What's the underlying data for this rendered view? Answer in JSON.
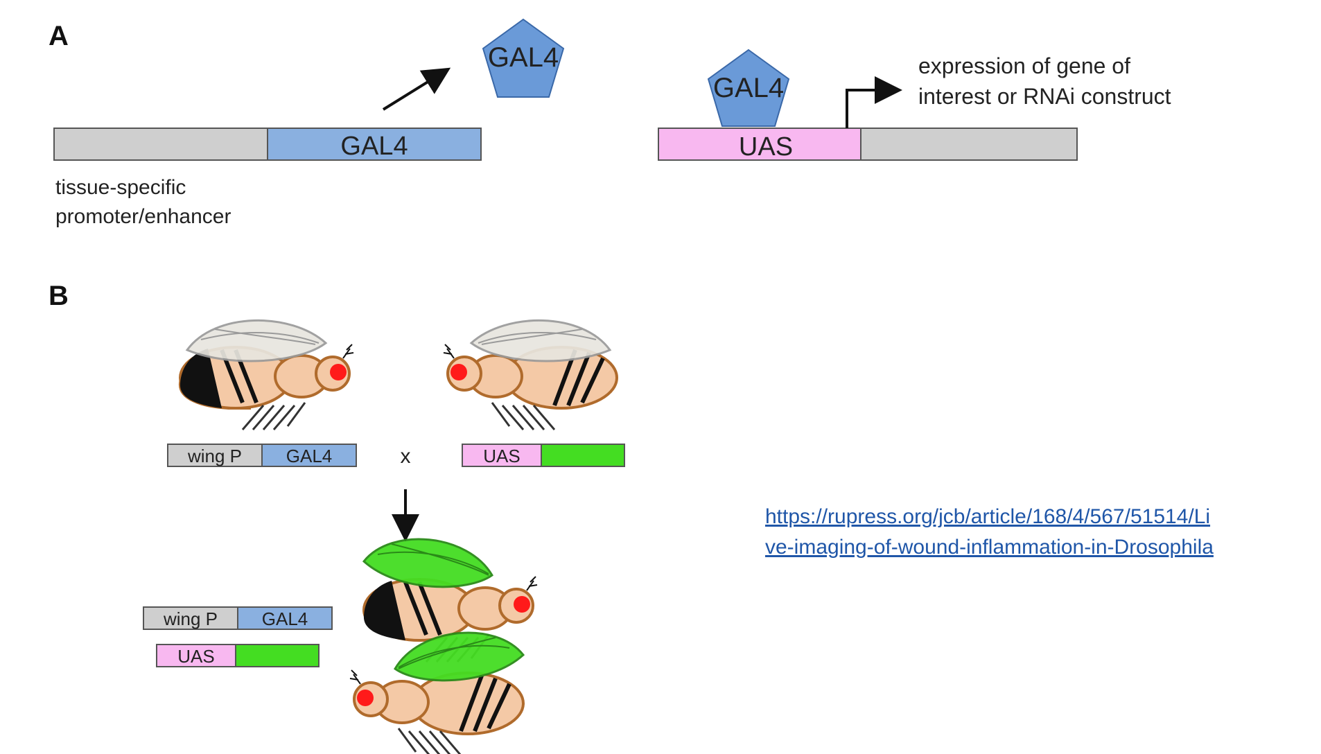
{
  "panels": {
    "a": "A",
    "b": "B"
  },
  "diagram_a": {
    "gal4_protein": "GAL4",
    "gal4_gene": "GAL4",
    "promoter_label_line1": "tissue-specific",
    "promoter_label_line2": "promoter/enhancer",
    "bound_gal4": "GAL4",
    "uas": "UAS",
    "expression_line1": "expression of gene of",
    "expression_line2": "interest or RNAi construct"
  },
  "diagram_b": {
    "parent_driver": {
      "promoter": "wing P",
      "gene": "GAL4"
    },
    "cross_symbol": "x",
    "parent_responder": {
      "uas": "UAS"
    },
    "progeny_driver": {
      "promoter": "wing P",
      "gene": "GAL4"
    },
    "progeny_responder": {
      "uas": "UAS"
    }
  },
  "source_link": {
    "line1": "https://rupress.org/jcb/article/168/4/567/51514/Li",
    "line2": "ve-imaging-of-wound-inflammation-in-Drosophila"
  },
  "colors": {
    "gray": "#cfcfcf",
    "blue": "#8ab0e0",
    "pentagon": "#6a9ad8",
    "pink": "#f8b8f0",
    "green": "#44dd22",
    "body": "#f4c9a6",
    "outline": "#b06b2c",
    "eye": "#ff1a1a",
    "link": "#1f56a8"
  }
}
